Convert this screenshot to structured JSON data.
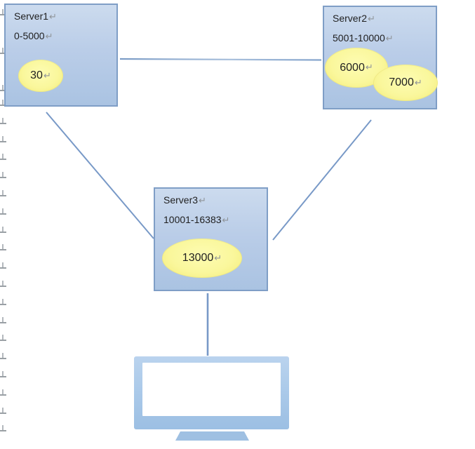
{
  "symbols": {
    "return_mark": "↵"
  },
  "colors": {
    "node_fill": "#b8cce4",
    "node_border": "#7f9ec6",
    "slot_fill": "#faf58f",
    "connector": "#7899c7",
    "monitor_fill": "#a9c8e8",
    "label_text": "#1f1f1f",
    "mark_gray": "#8f9499"
  },
  "servers": [
    {
      "name": "Server1",
      "slot_range": "0-5000",
      "slots": [
        "30"
      ]
    },
    {
      "name": "Server2",
      "slot_range": "5001-10000",
      "slots": [
        "6000",
        "7000"
      ]
    },
    {
      "name": "Server3",
      "slot_range": "10001-16383",
      "slots": [
        "13000"
      ]
    }
  ]
}
